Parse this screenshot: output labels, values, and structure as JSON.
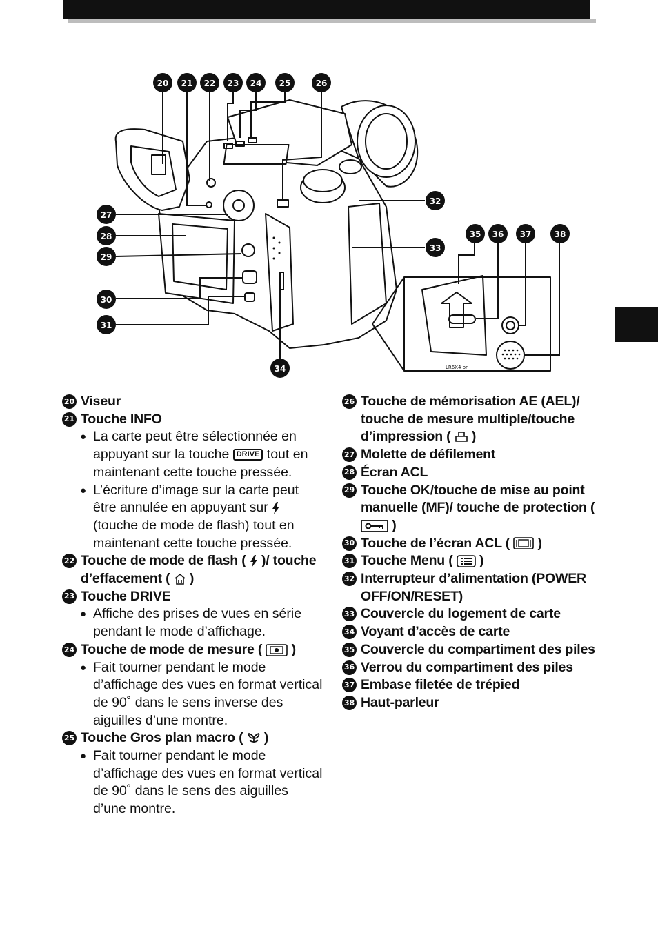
{
  "callouts": [
    "20",
    "21",
    "22",
    "23",
    "24",
    "25",
    "26",
    "27",
    "28",
    "29",
    "30",
    "31",
    "32",
    "33",
    "34",
    "35",
    "36",
    "37",
    "38"
  ],
  "battery_label": "LR6X4 or",
  "icons": {
    "drive": "DRIVE",
    "flash": "flash-icon",
    "trash": "trash-icon",
    "metering": "metering-icon",
    "macro": "macro-icon",
    "print": "print-icon",
    "protect": "protect-key-icon",
    "lcd": "lcd-icon",
    "menu": "menu-icon"
  },
  "left": {
    "i20": {
      "num": "20",
      "text": "Viseur"
    },
    "i21": {
      "num": "21",
      "text": "Touche INFO",
      "b1_before": "La carte peut être sélectionnée en appuyant sur la touche",
      "b1_after": "tout en maintenant cette touche pressée.",
      "b2_before": "L’écriture d’image sur la carte peut être annulée en appuyant sur",
      "b2_after": "(touche de mode de flash) tout en maintenant cette touche pressée."
    },
    "i22": {
      "num": "22",
      "before": "Touche de mode de flash (",
      "mid": ")/ touche d’effacement (",
      "after": ")"
    },
    "i23": {
      "num": "23",
      "text": "Touche DRIVE",
      "b1": "Affiche des prises de vues en série pendant le mode d’affichage."
    },
    "i24": {
      "num": "24",
      "before": "Touche de mode de mesure (",
      "after": ")",
      "b1": "Fait tourner pendant le mode d’affichage des vues en format vertical de 90˚ dans le sens inverse des aiguilles d’une montre."
    },
    "i25": {
      "num": "25",
      "before": "Touche Gros plan macro (",
      "after": ")",
      "b1": "Fait tourner pendant le mode d’affichage des vues en format vertical de 90˚ dans le sens des aiguilles d’une montre."
    }
  },
  "right": {
    "i26": {
      "num": "26",
      "before": "Touche de mémorisation AE (AEL)/ touche de mesure multiple/touche d’impression (",
      "after": ")"
    },
    "i27": {
      "num": "27",
      "text": "Molette de défilement"
    },
    "i28": {
      "num": "28",
      "text": "Écran ACL"
    },
    "i29": {
      "num": "29",
      "before": "Touche OK/touche de mise au point manuelle (MF)/ touche de protection (",
      "after": ")"
    },
    "i30": {
      "num": "30",
      "before": "Touche de l’écran ACL (",
      "after": ")"
    },
    "i31": {
      "num": "31",
      "before": "Touche Menu (",
      "after": ")"
    },
    "i32": {
      "num": "32",
      "text": "Interrupteur d’alimentation (POWER OFF/ON/RESET)"
    },
    "i33": {
      "num": "33",
      "text": "Couvercle du logement de carte"
    },
    "i34": {
      "num": "34",
      "text": "Voyant d’accès de carte"
    },
    "i35": {
      "num": "35",
      "text": "Couvercle du compartiment des piles"
    },
    "i36": {
      "num": "36",
      "text": "Verrou du compartiment des piles"
    },
    "i37": {
      "num": "37",
      "text": "Embase filetée de trépied"
    },
    "i38": {
      "num": "38",
      "text": "Haut-parleur"
    }
  }
}
